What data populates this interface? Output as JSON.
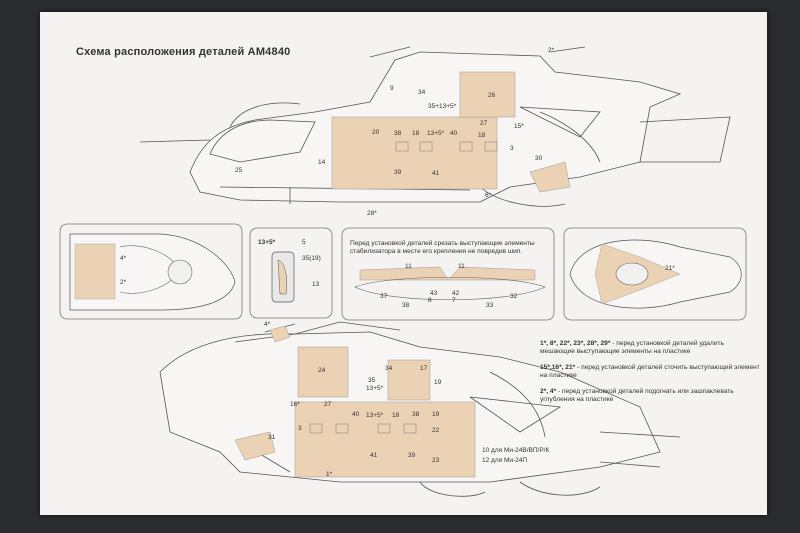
{
  "sheet": {
    "title": "Схема расположения  деталей  АМ4840"
  },
  "colors": {
    "sheet": "#f4f3f1",
    "part_fill": "#ecd2b4",
    "line": "#555555",
    "background": "#2a2c30"
  },
  "top_heli": {
    "labels": [
      "2*",
      "9",
      "34",
      "26",
      "35+13+5*",
      "20",
      "38",
      "18",
      "13+5*",
      "40",
      "18",
      "27",
      "15*",
      "3",
      "14",
      "25",
      "30",
      "39",
      "41",
      "6*",
      "28*"
    ]
  },
  "panel_left": {
    "labels": [
      "4*",
      "2*"
    ]
  },
  "panel_small": {
    "labels": [
      "13+5*",
      "5",
      "35(19)",
      "13"
    ]
  },
  "panel_mid": {
    "text": "Перед установкой деталей срезать выступающие элементы стабилизатора в месте его крепления не повредив шип.",
    "labels": [
      "11",
      "37",
      "43",
      "38",
      "8",
      "11",
      "42",
      "7",
      "33",
      "32"
    ]
  },
  "panel_right": {
    "labels": [
      "21*"
    ]
  },
  "bottom_heli": {
    "labels": [
      "4*",
      "35",
      "34",
      "17",
      "24",
      "13+5*",
      "16*",
      "27",
      "19",
      "3",
      "40",
      "13+5*",
      "18",
      "38",
      "19",
      "22",
      "31",
      "41",
      "39",
      "23",
      "1*"
    ],
    "variant_1": "10 для Ми-24В/ВП/Р/К",
    "variant_2": "12 для Ми-24П"
  },
  "notes": [
    {
      "bold": "1*, 8*, 22*, 23*, 28*, 29*",
      "text": " - перед установкой деталей удалить мешающие выступающие элементы на пластике"
    },
    {
      "bold": "15*,16*, 21*",
      "text": " - перед установкой деталей сточить выступающий элемент на пластике"
    },
    {
      "bold": "2*, 4*",
      "text": " - перед установкой деталей подогнать или зашпаклевать углубления на пластике"
    }
  ]
}
